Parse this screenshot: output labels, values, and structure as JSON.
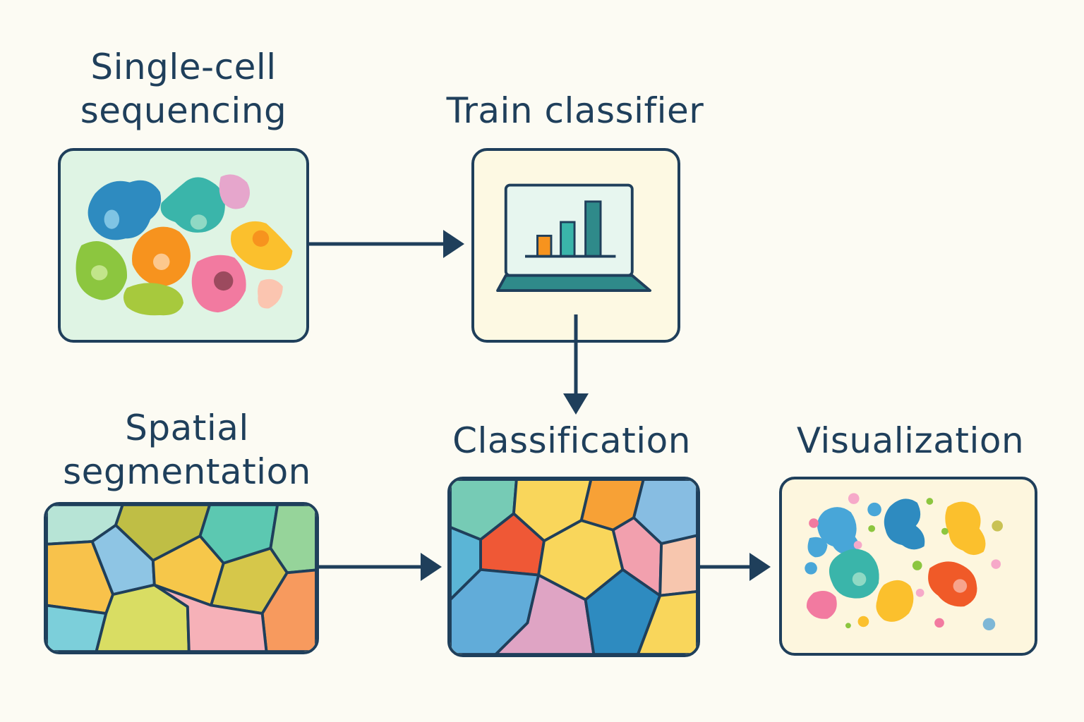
{
  "steps": {
    "single_cell": {
      "line1": "Single-cell",
      "line2": "sequencing"
    },
    "train": {
      "line1": "Train classifier"
    },
    "spatial": {
      "line1": "Spatial",
      "line2": "segmentation"
    },
    "classification": {
      "line1": "Classification"
    },
    "visualization": {
      "line1": "Visualization"
    }
  },
  "colors": {
    "ink": "#1f3f5b",
    "background": "#fcfbf3",
    "teal": "#3aa99f",
    "blue": "#2e8bc0",
    "orange": "#f7931e",
    "yellow": "#fbc02d",
    "green": "#8cc63f",
    "pink": "#f27aa0",
    "red": "#f05a28"
  },
  "icons": {
    "single_cell": "cell-cluster-icon",
    "train": "laptop-bar-chart-icon",
    "spatial": "voronoi-tiles-icon",
    "classification": "classified-tiles-icon",
    "visualization": "cell-map-icon"
  }
}
